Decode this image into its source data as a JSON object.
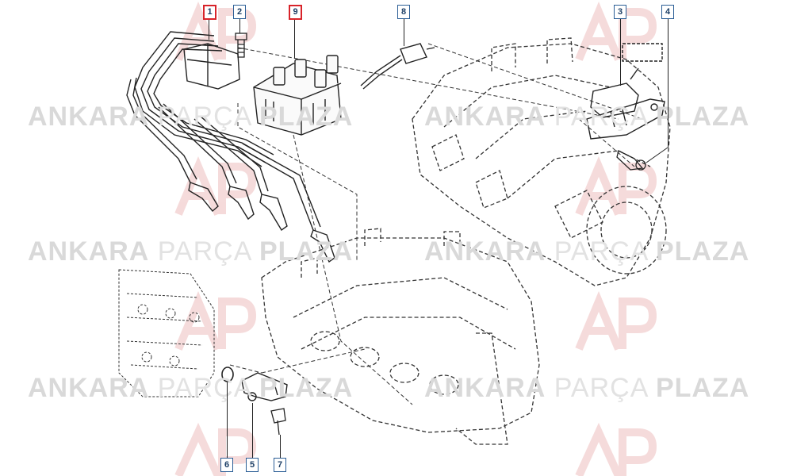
{
  "watermark": {
    "word1": "ANKARA",
    "word2": "PARÇA",
    "word3": "PLAZA",
    "logo_text": "AP"
  },
  "callouts": [
    {
      "id": "c1",
      "label": "1",
      "highlight": true
    },
    {
      "id": "c2",
      "label": "2",
      "highlight": false
    },
    {
      "id": "c9",
      "label": "9",
      "highlight": true
    },
    {
      "id": "c8",
      "label": "8",
      "highlight": false
    },
    {
      "id": "c3",
      "label": "3",
      "highlight": false
    },
    {
      "id": "c4",
      "label": "4",
      "highlight": false
    },
    {
      "id": "c6",
      "label": "6",
      "highlight": false
    },
    {
      "id": "c5",
      "label": "5",
      "highlight": false
    },
    {
      "id": "c7",
      "label": "7",
      "highlight": false
    }
  ],
  "colors": {
    "callout_border": "#2b5e96",
    "callout_highlight": "#d8232a",
    "linework": "#222222",
    "watermark": "#d9d9d9",
    "logo_accent": "#f2c9c9"
  }
}
